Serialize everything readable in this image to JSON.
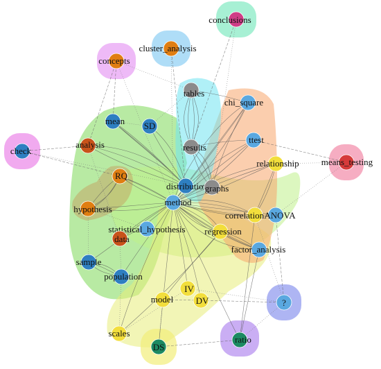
{
  "colors": {
    "node_blue": "#2e7fc1",
    "node_lightblue": "#5aa8e0",
    "node_orange": "#e07e12",
    "node_darkorange": "#c8531a",
    "node_yellow": "#f2de3c",
    "node_gray": "#8b8b8b",
    "node_green": "#1c8a62",
    "node_pink": "#cf3c86",
    "node_red": "#d63a3a",
    "node_lavender": "#8f9ae8"
  },
  "nodes": [
    {
      "id": "conclusions",
      "label": "conclusions",
      "color": "node_pink"
    },
    {
      "id": "cluster_analysis",
      "label": "cluster_analysis",
      "color": "node_orange"
    },
    {
      "id": "concepts",
      "label": "concepts",
      "color": "node_orange"
    },
    {
      "id": "tables",
      "label": "tables",
      "color": "node_gray"
    },
    {
      "id": "chi_square",
      "label": "chi_square",
      "color": "node_lightblue"
    },
    {
      "id": "mean",
      "label": "mean",
      "color": "node_blue"
    },
    {
      "id": "SD",
      "label": "SD",
      "color": "node_blue"
    },
    {
      "id": "check",
      "label": "check",
      "color": "node_blue"
    },
    {
      "id": "analysis",
      "label": "analysis",
      "color": "node_darkorange"
    },
    {
      "id": "results",
      "label": "results",
      "color": "node_gray"
    },
    {
      "id": "ttest",
      "label": "ttest",
      "color": "node_lightblue"
    },
    {
      "id": "means_testing",
      "label": "means_testing",
      "color": "node_red"
    },
    {
      "id": "relationship",
      "label": "relationship",
      "color": "node_yellow"
    },
    {
      "id": "RQ",
      "label": "RQ",
      "color": "node_orange"
    },
    {
      "id": "distribution",
      "label": "distribution",
      "color": "node_blue"
    },
    {
      "id": "graphs",
      "label": "graphs",
      "color": "node_gray"
    },
    {
      "id": "method",
      "label": "method",
      "color": "node_lightblue"
    },
    {
      "id": "hypothesis",
      "label": "hypothesis",
      "color": "node_orange"
    },
    {
      "id": "correlation",
      "label": "correlation",
      "color": "node_yellow"
    },
    {
      "id": "ANOVA",
      "label": "ANOVA",
      "color": "node_lightblue"
    },
    {
      "id": "statistical_hypothesis",
      "label": "statistical_hypothesis",
      "color": "node_lightblue"
    },
    {
      "id": "regression",
      "label": "regression",
      "color": "node_yellow"
    },
    {
      "id": "data",
      "label": "data",
      "color": "node_darkorange"
    },
    {
      "id": "factor_analysis",
      "label": "factor_analysis",
      "color": "node_lightblue"
    },
    {
      "id": "sample",
      "label": "sample",
      "color": "node_blue"
    },
    {
      "id": "population",
      "label": "population",
      "color": "node_blue"
    },
    {
      "id": "IV",
      "label": "IV",
      "color": "node_yellow"
    },
    {
      "id": "model",
      "label": "model",
      "color": "node_yellow"
    },
    {
      "id": "DV",
      "label": "DV",
      "color": "node_yellow"
    },
    {
      "id": "question",
      "label": "?",
      "color": "node_lightblue"
    },
    {
      "id": "scales",
      "label": "scales",
      "color": "node_yellow"
    },
    {
      "id": "DS",
      "label": "DS",
      "color": "node_green"
    },
    {
      "id": "ratio",
      "label": "ratio",
      "color": "node_green"
    }
  ]
}
